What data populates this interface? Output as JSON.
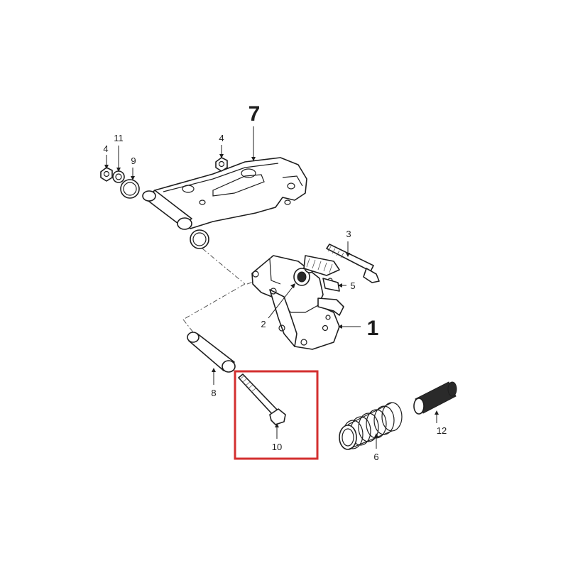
{
  "diagram": {
    "labels": {
      "part_1": "1",
      "part_2": "2",
      "part_3": "3",
      "part_4_left": "4",
      "part_4_top": "4",
      "part_5": "5",
      "part_6": "6",
      "part_7": "7",
      "part_8": "8",
      "part_9": "9",
      "part_10": "10",
      "part_11": "11",
      "part_12": "12"
    },
    "highlight": {
      "part": "10",
      "color": "#d32f2f"
    },
    "colors": {
      "line": "#1e1e1e",
      "background": "#ffffff"
    }
  }
}
